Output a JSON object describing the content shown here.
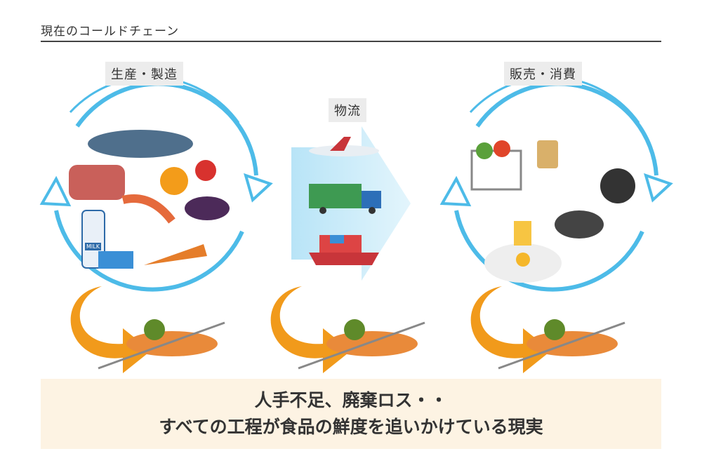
{
  "header": {
    "title": "現在のコールドチェーン"
  },
  "stages": [
    {
      "label": "生産・製造"
    },
    {
      "label": "物流"
    },
    {
      "label": "販売・消費"
    }
  ],
  "illustration": {
    "milk_label": "MILK"
  },
  "footer": {
    "line1": "人手不足、廃棄ロス・・",
    "line2": "すべての工程が食品の鮮度を追いかけている現実"
  },
  "colors": {
    "cycle_blue": "#4dbbe8",
    "logistics_blue": "#c9ecfa",
    "waste_orange": "#f19a1b",
    "footer_bg": "#fdf3e3"
  }
}
